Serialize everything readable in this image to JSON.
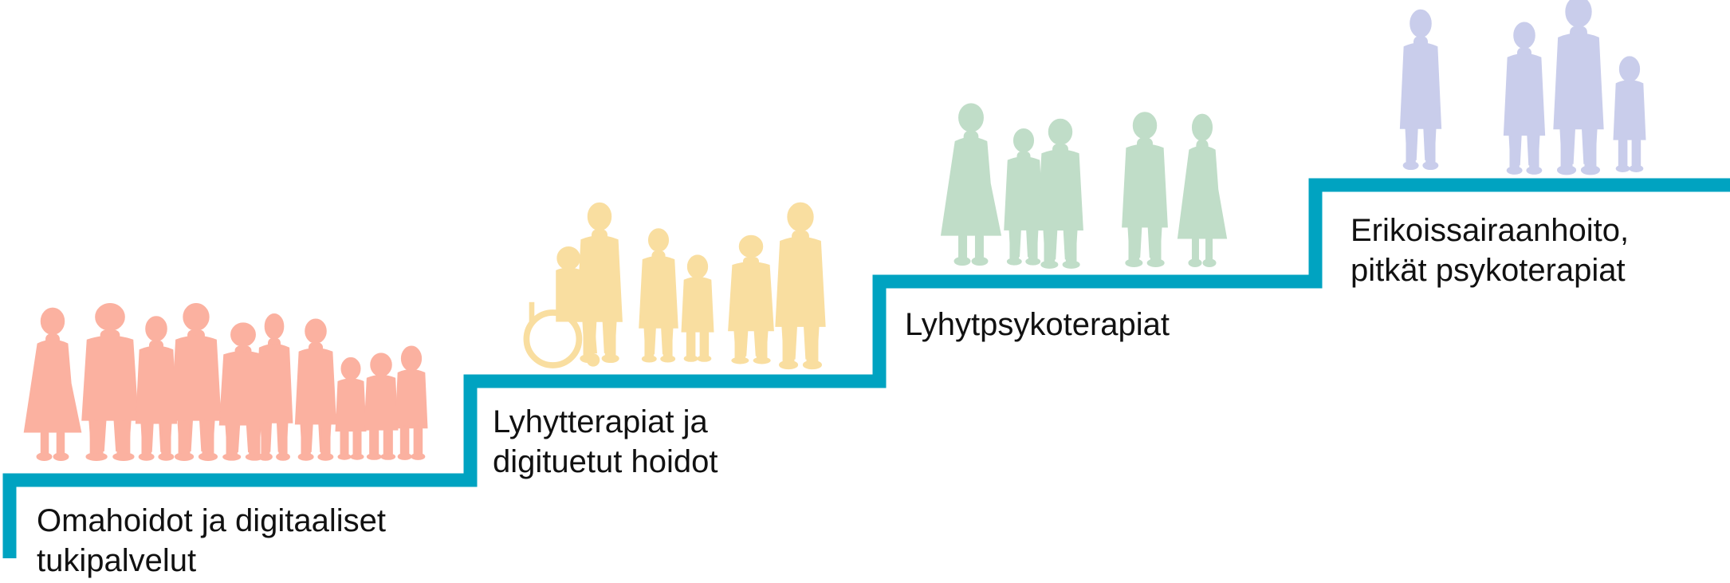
{
  "colors": {
    "stair": "#00a3c1",
    "group_1_people": "#fbb1a0",
    "group_2_people": "#f9dea0",
    "group_3_people": "#c0ddc8",
    "group_4_people": "#c9cdeb",
    "text": "#111111"
  },
  "steps": [
    {
      "lines": [
        "Omahoidot ja digitaaliset",
        "tukipalvelut"
      ],
      "people_icon": "people-group-icon"
    },
    {
      "lines": [
        "Lyhytterapiat ja",
        "digituetut hoidot"
      ],
      "people_icon": "people-group-with-wheelchair-icon"
    },
    {
      "lines": [
        "Lyhytpsykoterapiat"
      ],
      "people_icon": "people-group-icon"
    },
    {
      "lines": [
        "Erikoissairaanhoito,",
        "pitkät psykoterapiat"
      ],
      "people_icon": "people-group-icon"
    }
  ]
}
